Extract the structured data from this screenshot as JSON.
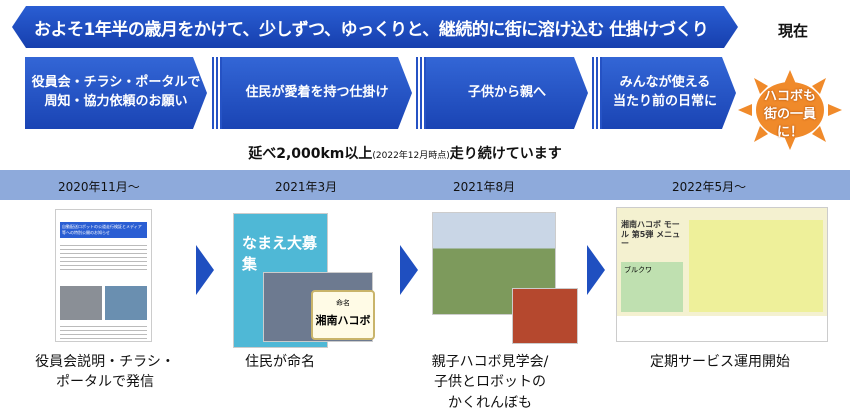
{
  "banner": {
    "text": "およそ1年半の歳月をかけて、少しずつ、ゆっくりと、継続的に街に溶け込む  仕掛けづくり"
  },
  "now_label": "現在",
  "phases": [
    {
      "line1": "役員会・チラシ・ポータルで",
      "line2": "周知・協力依頼のお願い"
    },
    {
      "line1": "住民が愛着を持つ仕掛け",
      "line2": ""
    },
    {
      "line1": "子供から親へ",
      "line2": ""
    },
    {
      "line1": "みんなが使える",
      "line2": "当たり前の日常に"
    }
  ],
  "sun": {
    "line1": "ハコボも",
    "line2": "街の一員に！",
    "color": "#f08a2a"
  },
  "distance": {
    "main": "延べ2,000km以上",
    "note": "(2022年12月時点)",
    "tail": "走り続けています"
  },
  "colors": {
    "primary": "#1f4fc0",
    "band": "#8eaadb"
  },
  "timeline": [
    {
      "date": "2020年11月～",
      "caption1": "役員会説明・チラシ・",
      "caption2": "ポータルで発信",
      "caption3": ""
    },
    {
      "date": "2021年3月",
      "caption1": "住民が命名",
      "caption2": "",
      "caption3": ""
    },
    {
      "date": "2021年8月",
      "caption1": "親子ハコボ見学会/",
      "caption2": "子供とロボットの",
      "caption3": "かくれんぼも"
    },
    {
      "date": "2022年5月～",
      "caption1": "定期サービス運用開始",
      "caption2": "",
      "caption3": ""
    }
  ],
  "images": {
    "flyer_title": "自動配送ロボットの公道走行検証とメディア等への特別公開のお知らせ",
    "poster_title": "なまえ大募集",
    "name_card_label": "命名",
    "name_card_value": "湘南ハコボ",
    "menu_title": "湘南ハコボ モール 第5弾 メニュー",
    "menu_item": "ブルクワ"
  }
}
